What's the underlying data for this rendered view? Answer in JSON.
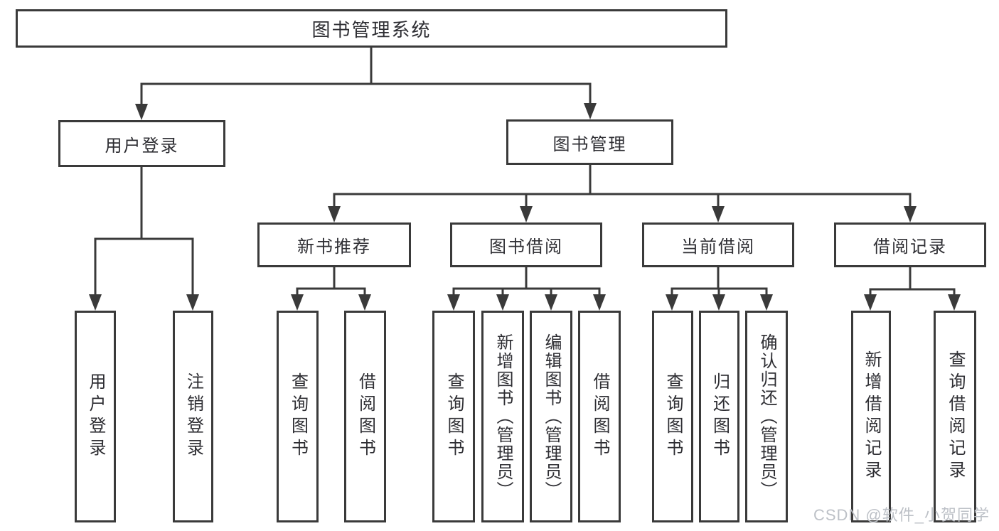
{
  "diagram_title": "图书管理系统",
  "tree": {
    "label": "图书管理系统",
    "children": [
      {
        "label": "用户登录",
        "children": [
          {
            "label": "用户登录"
          },
          {
            "label": "注销登录"
          }
        ]
      },
      {
        "label": "图书管理",
        "children": [
          {
            "label": "新书推荐",
            "children": [
              {
                "label": "查询图书"
              },
              {
                "label": "借阅图书"
              }
            ]
          },
          {
            "label": "图书借阅",
            "children": [
              {
                "label": "查询图书"
              },
              {
                "label": "新增图书（管理员）"
              },
              {
                "label": "编辑图书（管理员）"
              },
              {
                "label": "借阅图书"
              }
            ]
          },
          {
            "label": "当前借阅",
            "children": [
              {
                "label": "查询图书"
              },
              {
                "label": "归还图书"
              },
              {
                "label": "确认归还（管理员）"
              }
            ]
          },
          {
            "label": "借阅记录",
            "children": [
              {
                "label": "新增借阅记录"
              },
              {
                "label": "查询借阅记录"
              }
            ]
          }
        ]
      }
    ]
  },
  "watermark": {
    "text": "CSDN @软件_小贺同学"
  },
  "colors": {
    "line": "#3a3a3a",
    "text": "#2e2e33",
    "box_background": "#ffffff",
    "page_background": "#ffffff",
    "watermark": "#bdc1c7"
  }
}
